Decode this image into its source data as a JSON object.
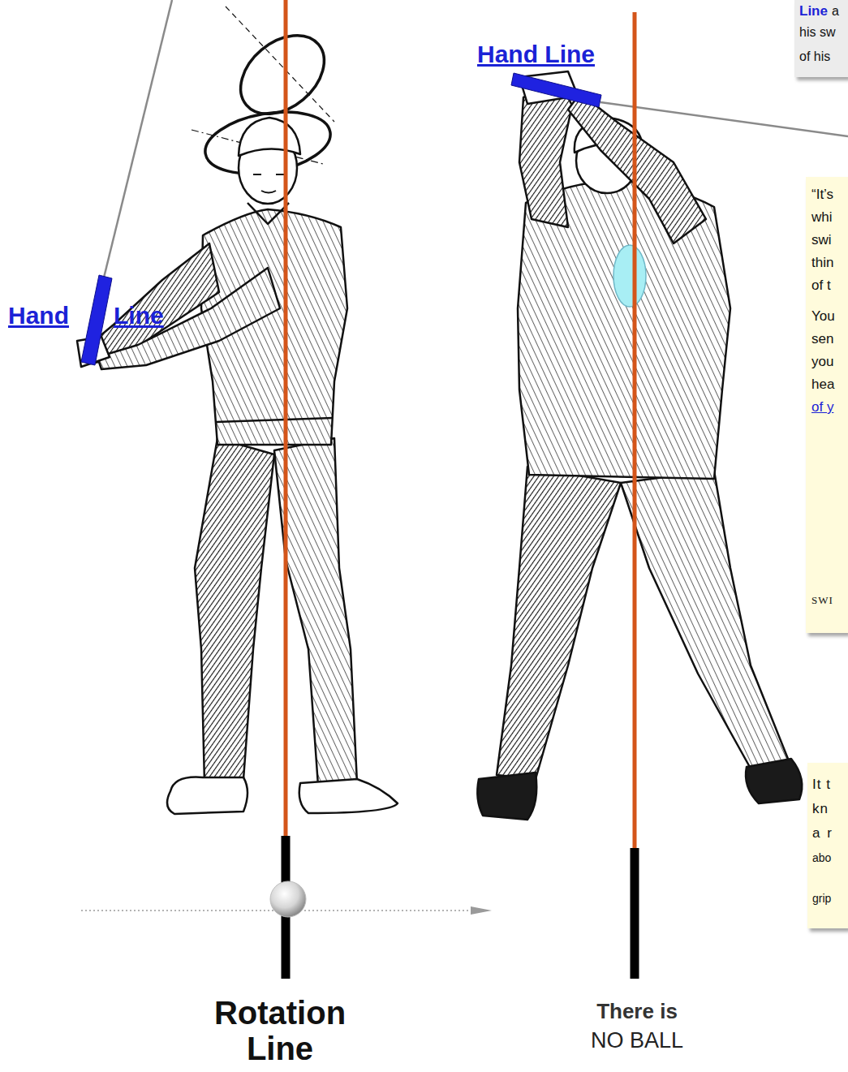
{
  "diagram": {
    "nodes": [
      {
        "text": [
          "Line",
          "a",
          "his sw",
          "of his"
        ]
      },
      {
        "text": [
          "“It’s",
          "whi",
          "swi",
          "thin",
          "of t",
          "You",
          "sen",
          "you",
          "hea",
          "of y",
          "SWI"
        ]
      },
      {
        "text": [
          "It t",
          "kn",
          "a r",
          "abo",
          "grip"
        ]
      }
    ],
    "labels": [
      "Hand Line",
      "Hand",
      "Line",
      "Rotation Line",
      "There is",
      "NO BALL"
    ]
  }
}
